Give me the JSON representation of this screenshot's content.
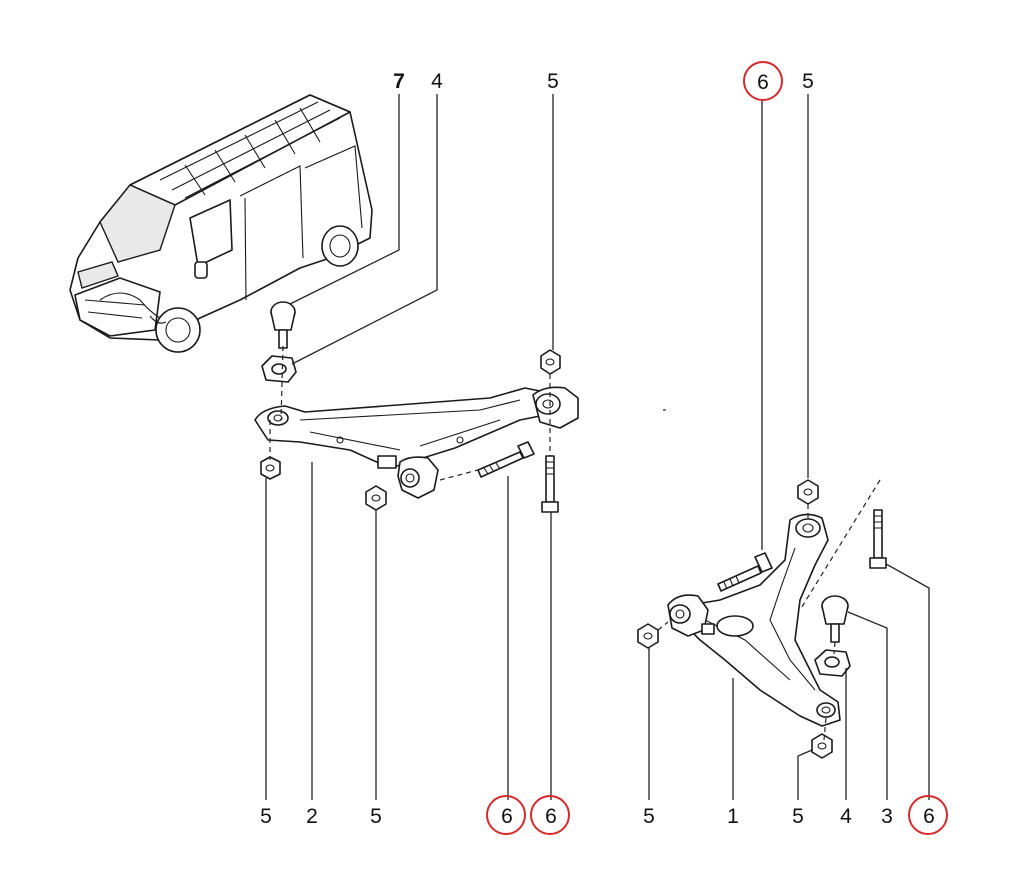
{
  "callouts": {
    "top_7": "7",
    "top_4": "4",
    "top_5_left": "5",
    "top_6_right": "6",
    "top_5_right": "5",
    "bottom_5_a": "5",
    "bottom_2": "2",
    "bottom_5_b": "5",
    "bottom_6_a": "6",
    "bottom_6_b": "6",
    "bottom_5_c": "5",
    "bottom_1": "1",
    "bottom_5_d": "5",
    "bottom_4": "4",
    "bottom_3": "3",
    "bottom_6_c": "6"
  },
  "highlight_color": "#d42a2a",
  "line_color": "#1a1a1a"
}
